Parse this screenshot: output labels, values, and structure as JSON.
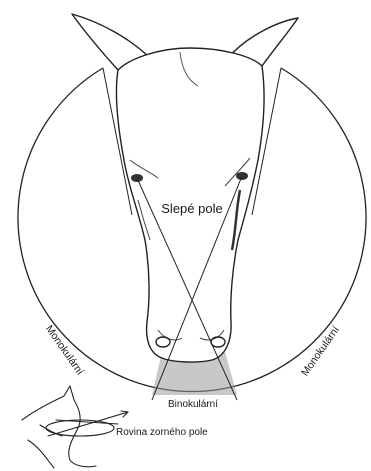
{
  "labels": {
    "blind_field": "Slepé pole",
    "monocular_left": "Monokulární",
    "monocular_right": "Monokulární",
    "binocular": "Binokulární",
    "visual_plane": "Rovina zorného pole"
  },
  "colors": {
    "line": "#222222",
    "paper": "#ffffff",
    "binocular_fill": "#9a9a9a",
    "head_shade": "#c8c8c8"
  }
}
